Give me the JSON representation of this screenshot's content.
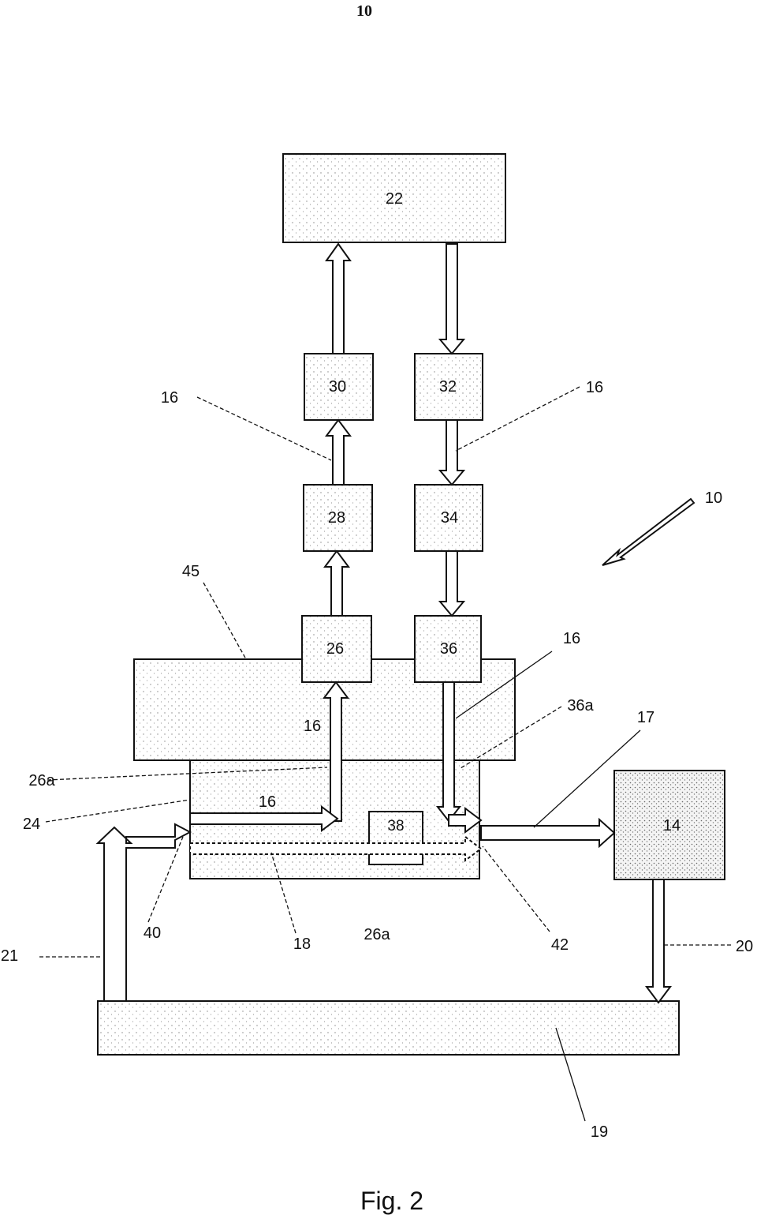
{
  "page_number": "10",
  "caption": "Fig. 2",
  "blocks": {
    "b22": "22",
    "b30": "30",
    "b32": "32",
    "b28": "28",
    "b34": "34",
    "b26": "26",
    "b36": "36",
    "b38": "38",
    "b14": "14"
  },
  "labels": {
    "l16_left": "16",
    "l16_right": "16",
    "l10": "10",
    "l45": "45",
    "l16_mid": "16",
    "l16_inner": "16",
    "l36a": "36a",
    "l17": "17",
    "l26a_left": "26a",
    "l24": "24",
    "l16_low": "16",
    "l40": "40",
    "l18": "18",
    "l26a_bottom": "26a",
    "l42": "42",
    "l21": "21",
    "l20": "20",
    "l19": "19"
  }
}
